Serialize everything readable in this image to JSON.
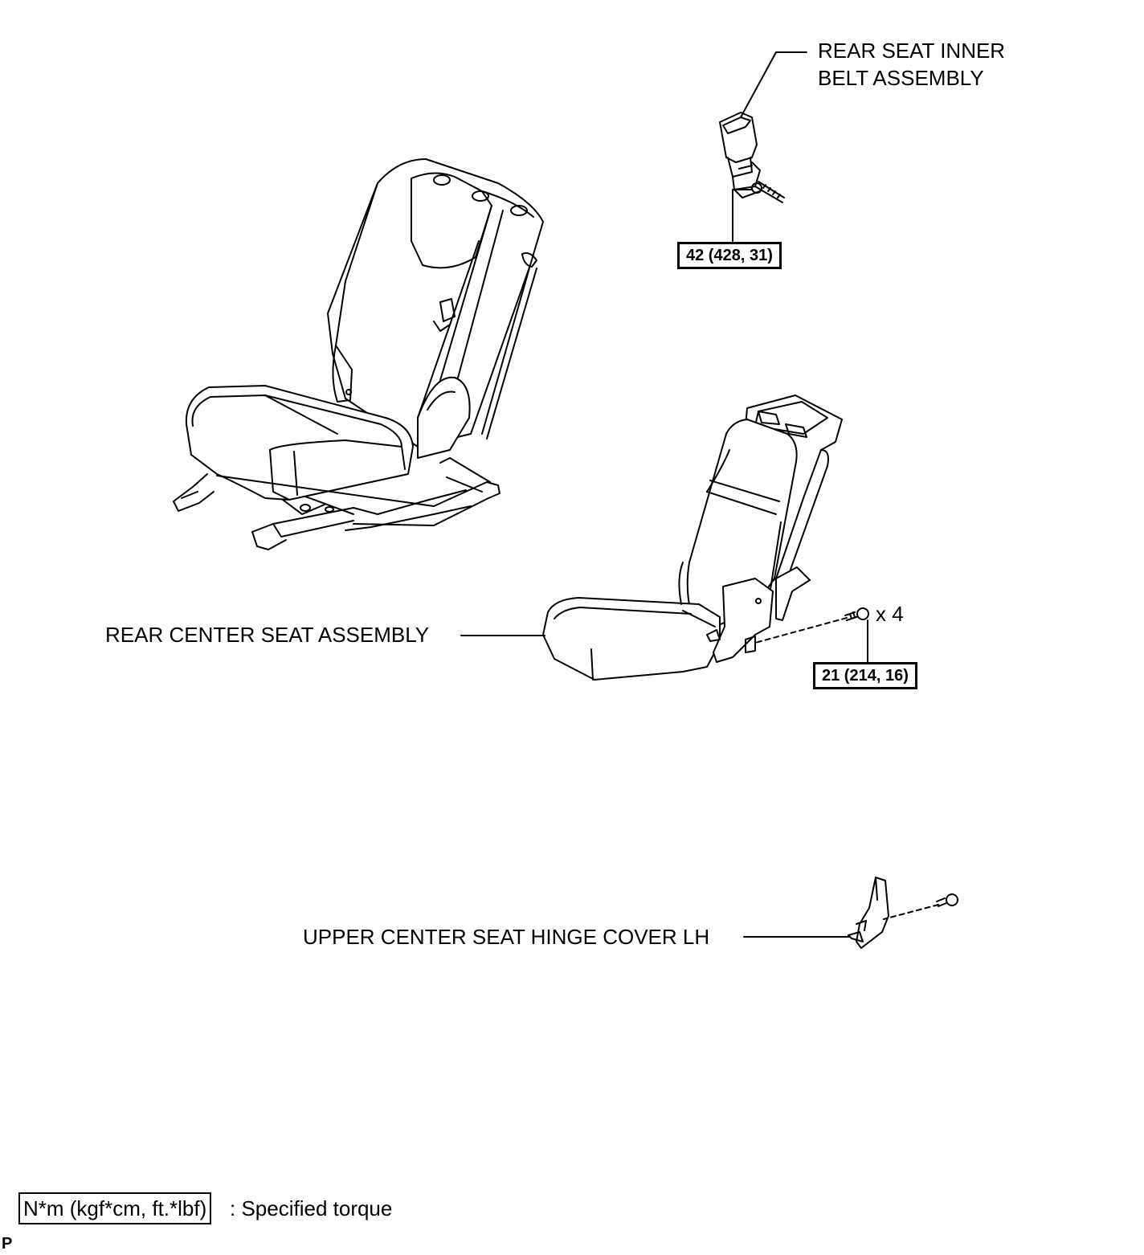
{
  "labels": {
    "belt_line1": "REAR SEAT INNER",
    "belt_line2": "BELT ASSEMBLY",
    "rear_center_seat": "REAR CENTER SEAT ASSEMBLY",
    "hinge_cover": "UPPER CENTER SEAT HINGE COVER LH",
    "bolt_qty": "x 4"
  },
  "torques": {
    "belt": "42 (428, 31)",
    "seat": "21 (214, 16)"
  },
  "legend": {
    "units": "N*m (kgf*cm, ft.*lbf)",
    "text": ": Specified torque"
  },
  "corner_code": "P"
}
